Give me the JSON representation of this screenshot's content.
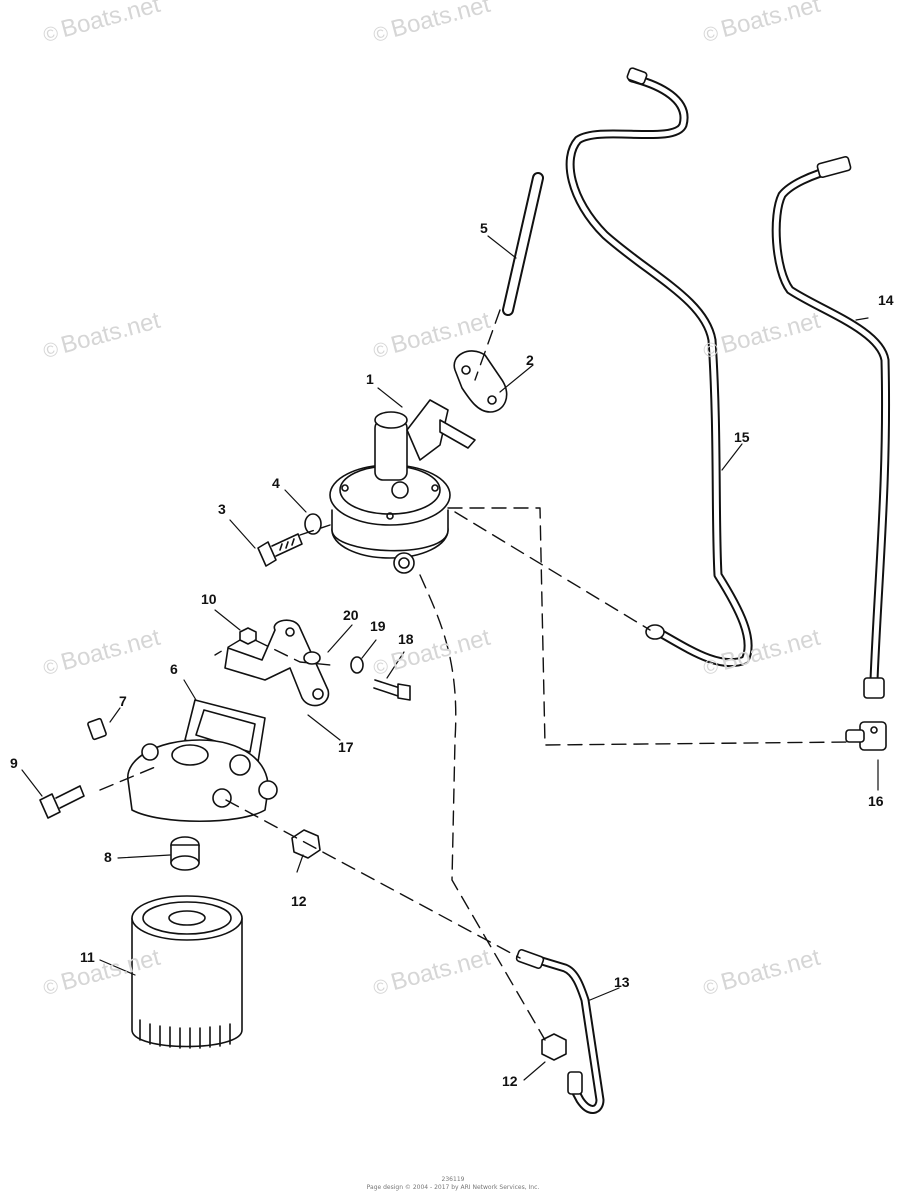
{
  "watermark": {
    "text": "Boats.net",
    "symbol": "©"
  },
  "callouts": {
    "c1": "1",
    "c2": "2",
    "c3": "3",
    "c4": "4",
    "c5": "5",
    "c6": "6",
    "c7": "7",
    "c8": "8",
    "c9": "9",
    "c10": "10",
    "c11": "11",
    "c12a": "12",
    "c12b": "12",
    "c13": "13",
    "c14": "14",
    "c15": "15",
    "c16": "16",
    "c17": "17",
    "c18": "18",
    "c19": "19",
    "c20": "20"
  },
  "footer": {
    "line1": "236119",
    "line2": "Page design © 2004 - 2017 by ARI Network Services, Inc."
  }
}
